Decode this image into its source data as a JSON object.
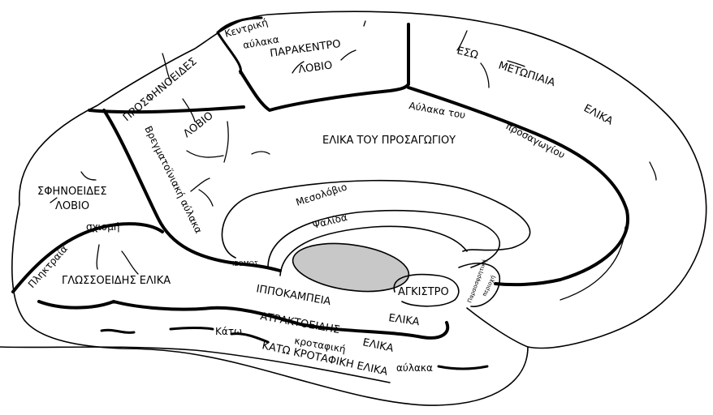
{
  "diagram": {
    "subject": "Medial surface of the brain (Greek labels)",
    "colors": {
      "outline": "#000000",
      "background": "#ffffff",
      "thalamus_fill": "#c8c8c8"
    },
    "labels": {
      "central_sulcus_1": "Κεντρική",
      "central_sulcus_2": "αύλακα",
      "paracentral_1": "ΠΑΡΑΚΕΝΤΡΟ",
      "paracentral_2": "ΛΟΒΙΟ",
      "medial_frontal_1": "ΕΣΩ",
      "medial_frontal_2": "ΜΕΤΩΠΙΑΙΑ",
      "medial_frontal_3": "ΕΛΙΚΑ",
      "precuneus_1": "ΠΡΟΣΦΗΝΟΕΙΔΕΣ",
      "precuneus_2": "ΛΟΒΙΟ",
      "cingulate_sulcus_1": "Αύλακα του",
      "cingulate_sulcus_2": "προσαγωγίου",
      "cingulate_gyrus": "ΕΛΙΚΑ ΤΟΥ ΠΡΟΣΑΓΩΓΙΟΥ",
      "parieto_occipital": "Βρεγματοϊνιακή αύλακα",
      "cuneus_1": "ΣΦΗΝΟΕΙΔΕΣ",
      "cuneus_2": "ΛΟΒΙΟ",
      "corpus_callosum": "Μεσολόβιο",
      "fornix": "Ψαλίδα",
      "calcarine_1": "Πληκτραία",
      "calcarine_2": "σχισμή",
      "lingual_gyrus": "ΓΛΩΣΣΟΕΙΔΗΣ ΕΛΙΚΑ",
      "isthmus": "ΙΣΘΜΟΣ",
      "parahippocampal_1": "ΙΠΠΟΚΑΜΠΕΙΑ",
      "parahippocampal_2": "ΕΛΙΚΑ",
      "uncus": "ΑΓΚΙΣΤΡΟ",
      "paraolfactory_1": "Παραοσφρητική",
      "paraolfactory_2": "περιοχή",
      "fusiform_1": "ΑΤΡΑΚΤΟΕΙΔΗΣ",
      "fusiform_2": "ΕΛΙΚΑ",
      "inf_temporal_sulcus_1": "Κάτω",
      "inf_temporal_sulcus_2": "κροταφική",
      "inf_temporal_sulcus_3": "αύλακα",
      "inf_temporal_gyrus": "ΚΑΤΩ ΚΡΟΤΑΦΙΚΗ ΕΛΙΚΑ"
    }
  }
}
